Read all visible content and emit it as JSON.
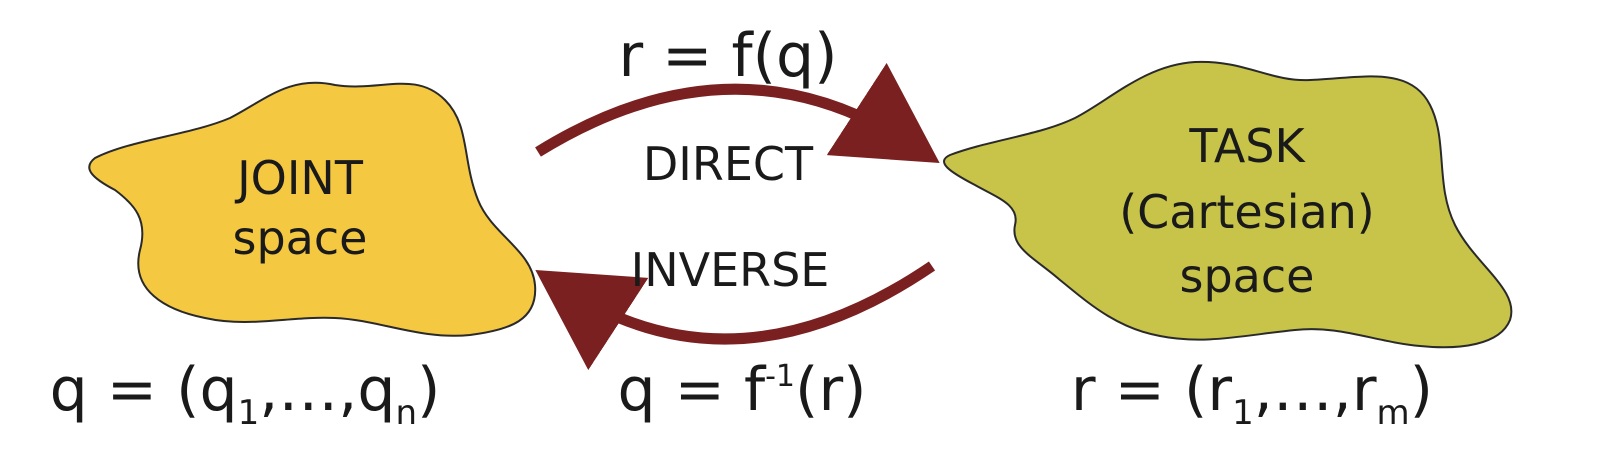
{
  "colors": {
    "joint_fill": "#f5c842",
    "task_fill": "#c8c44a",
    "arrow": "#7a2020",
    "outline": "#2a2a2a"
  },
  "joint_space": {
    "line1": "JOINT",
    "line2": "space",
    "formula": {
      "lhs": "q = (q",
      "sub1": "1",
      "mid": ",…,q",
      "subn": "n",
      "close": ")"
    }
  },
  "task_space": {
    "line1": "TASK",
    "line2": "(Cartesian)",
    "line3": "space",
    "formula": {
      "lhs": "r = (r",
      "sub1": "1",
      "mid": ",…,r",
      "subm": "m",
      "close": ")"
    }
  },
  "direct": {
    "formula": "r = f(q)",
    "label": "DIRECT"
  },
  "inverse": {
    "label": "INVERSE",
    "formula": {
      "lhs": "q = f",
      "sup": "-1",
      "rhs": "(r)"
    }
  }
}
